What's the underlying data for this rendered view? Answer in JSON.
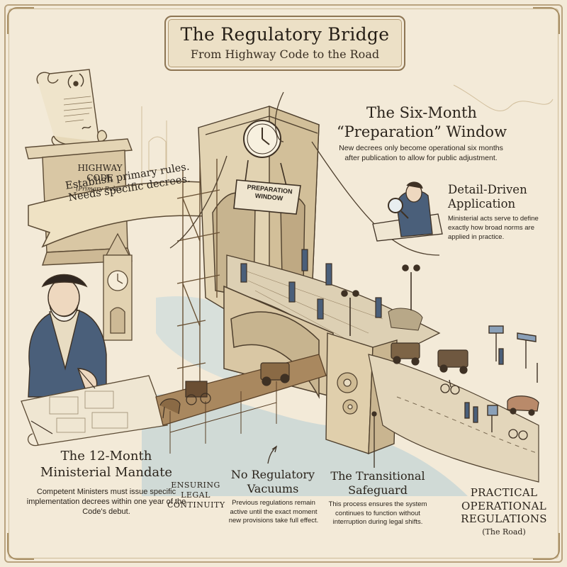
{
  "header": {
    "title": "The Regulatory Bridge",
    "subtitle": "From Highway Code to the Road"
  },
  "six_month": {
    "title_line1": "The Six-Month",
    "title_line2": "“Preparation” Window",
    "body": "New decrees only become operational six months after publication to allow for public adjustment."
  },
  "detail": {
    "title_line1": "Detail-Driven",
    "title_line2": "Application",
    "body": "Ministerial acts serve to define exactly how broad norms are applied in practice."
  },
  "highway_code": {
    "label_line1": "HIGHWAY",
    "label_line2": "CODE",
    "sublabel": "(Primary Rules)",
    "ribbon_line1": "Establish primary rules.",
    "ribbon_line2": "Needs specific decrees."
  },
  "bridge_sign": {
    "line1": "PREPARATION",
    "line2": "WINDOW"
  },
  "mandate": {
    "title_line1": "The 12-Month",
    "title_line2": "Ministerial Mandate",
    "body": "Competent Ministers must issue specific implementation decrees within one year of the Code's debut."
  },
  "ensuring": {
    "line1": "ENSURING",
    "line2": "LEGAL",
    "line3": "CONTINUITY"
  },
  "vacuums": {
    "title_line1": "No Regulatory",
    "title_line2": "Vacuums",
    "body": "Previous regulations remain active until the exact moment new provisions take full effect."
  },
  "safeguard": {
    "title_line1": "The Transitional",
    "title_line2": "Safeguard",
    "body": "This process ensures the system continues to function without interruption during legal shifts."
  },
  "practical": {
    "line1": "PRACTICAL",
    "line2": "OPERATIONAL",
    "line3": "REGULATIONS",
    "sub": "(The Road)"
  },
  "icons": [
    "clock-icon",
    "magnifier-icon",
    "gear-icon",
    "laurel-icon",
    "quill-icon",
    "lamp-post-icon",
    "road-sign-icon"
  ],
  "colors": {
    "parchment": "#f3ead8",
    "ink": "#2b241c",
    "stone": "#d9c7a4",
    "water": "#a9c3cf",
    "wood": "#8a6a45",
    "coat_blue": "#4a5f7a"
  }
}
